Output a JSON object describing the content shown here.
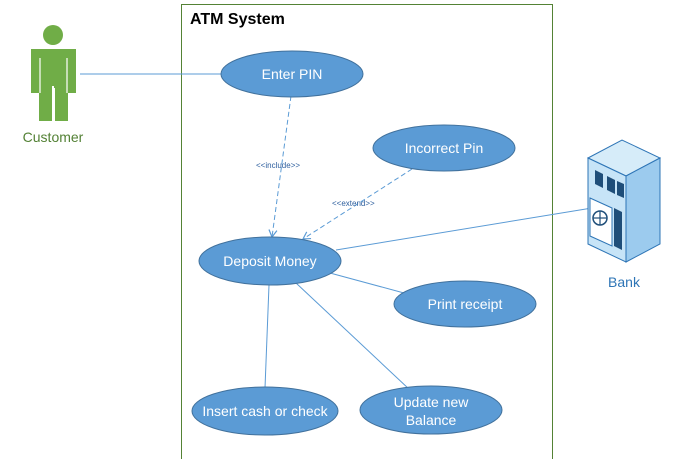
{
  "system": {
    "title": "ATM System"
  },
  "actors": {
    "customer": {
      "label": "Customer"
    },
    "bank": {
      "label": "Bank"
    }
  },
  "use_cases": {
    "enter_pin": "Enter PIN",
    "incorrect_pin": "Incorrect Pin",
    "deposit_money": "Deposit Money",
    "print_receipt": "Print receipt",
    "insert_cash": "Insert cash or check",
    "update_balance_line1": "Update new",
    "update_balance_line2": "Balance"
  },
  "relationships": {
    "include": "<<include>>",
    "extend": "<<extend>>"
  },
  "colors": {
    "use_case_fill": "#5b9bd5",
    "use_case_stroke": "#41719c",
    "boundary": "#548235",
    "customer_actor": "#70ad47",
    "customer_label": "#538135",
    "bank_label": "#2e75b6",
    "line": "#5b9bd5"
  }
}
